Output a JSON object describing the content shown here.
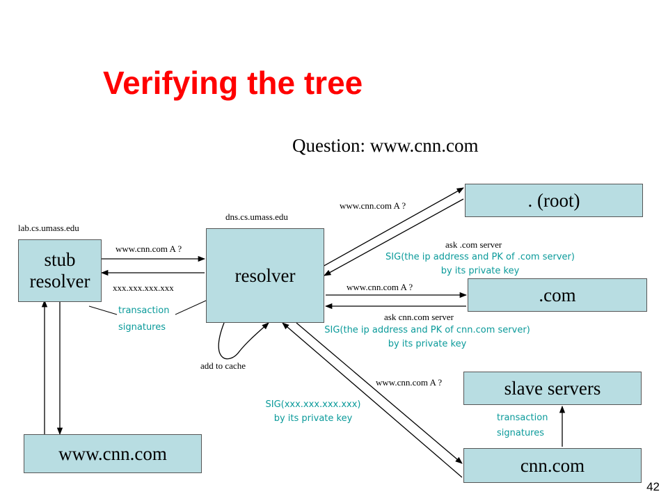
{
  "title": "Verifying the tree",
  "question": "Question:  www.cnn.com",
  "hosts": {
    "stub": "lab.cs.umass.edu",
    "resolver": "dns.cs.umass.edu"
  },
  "boxes": {
    "stub_line1": "stub",
    "stub_line2": "resolver",
    "resolver": "resolver",
    "root": ".  (root)",
    "com": ".com",
    "slave": "slave servers",
    "cnncom": "cnn.com",
    "www": "www.cnn.com"
  },
  "messages": {
    "stub_query": "www.cnn.com A ?",
    "stub_answer": "xxx.xxx.xxx.xxx",
    "root_query": "www.cnn.com A ?",
    "root_answer": "ask .com server",
    "com_query": "www.cnn.com A ?",
    "com_answer": "ask cnn.com server",
    "cnn_query": "www.cnn.com A ?",
    "cache": "add to cache"
  },
  "signatures": {
    "tsig_left_1": "transaction",
    "tsig_left_2": "signatures",
    "root_sig_1": "SIG(the ip address and PK of .com server)",
    "root_sig_2": "by its private key",
    "com_sig_1": "SIG(the ip address and PK of cnn.com server)",
    "com_sig_2": "by its private  key",
    "cnn_sig_1": "SIG(xxx.xxx.xxx.xxx)",
    "cnn_sig_2": "by its private key",
    "tsig_right_1": "transaction",
    "tsig_right_2": "signatures"
  },
  "page_number": "42"
}
